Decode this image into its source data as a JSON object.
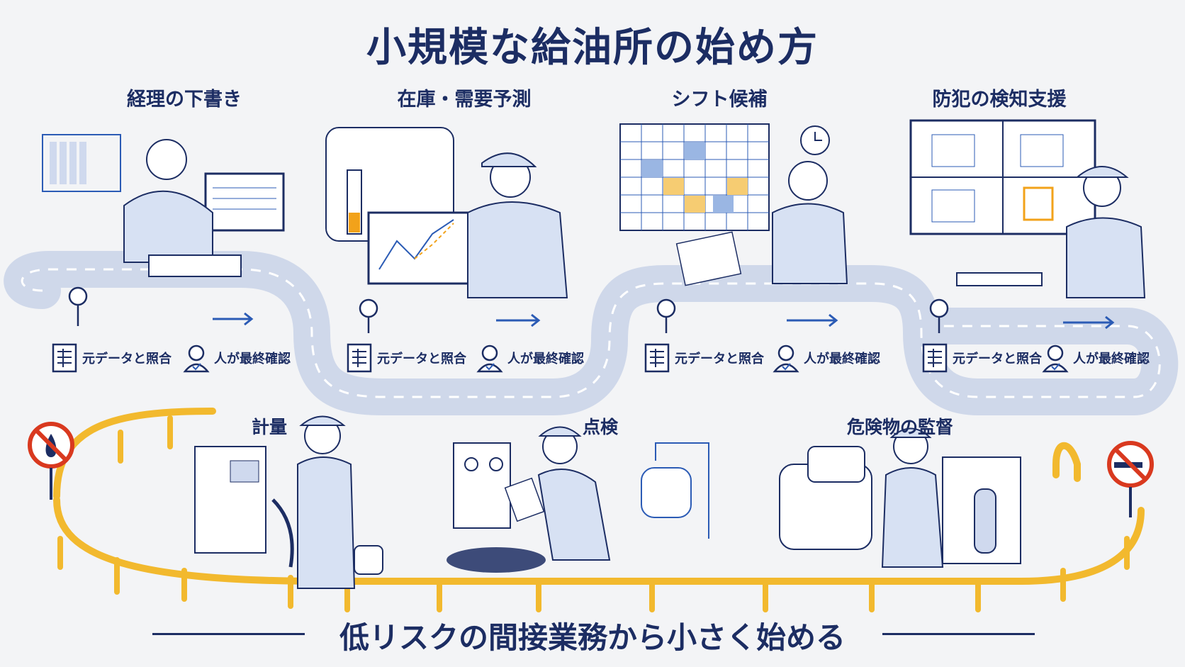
{
  "title": "小規模な給油所の始め方",
  "steps": [
    {
      "label": "経理の下書き"
    },
    {
      "label": "在庫・需要予測"
    },
    {
      "label": "シフト候補"
    },
    {
      "label": "防犯の検知支援"
    }
  ],
  "checks": {
    "source_match": "元データと照合",
    "human_confirm": "人が最終確認"
  },
  "lower": [
    {
      "label": "計量"
    },
    {
      "label": "点検"
    },
    {
      "label": "危険物の監督"
    }
  ],
  "footer": "低リスクの間接業務から小さく始める",
  "colors": {
    "navy": "#1c2d63",
    "accent_blue": "#2b5bb5",
    "road": "#e8edf6",
    "railing": "#f2b92e",
    "chart_orange": "#f2a21a",
    "sign_red": "#d9391f"
  }
}
